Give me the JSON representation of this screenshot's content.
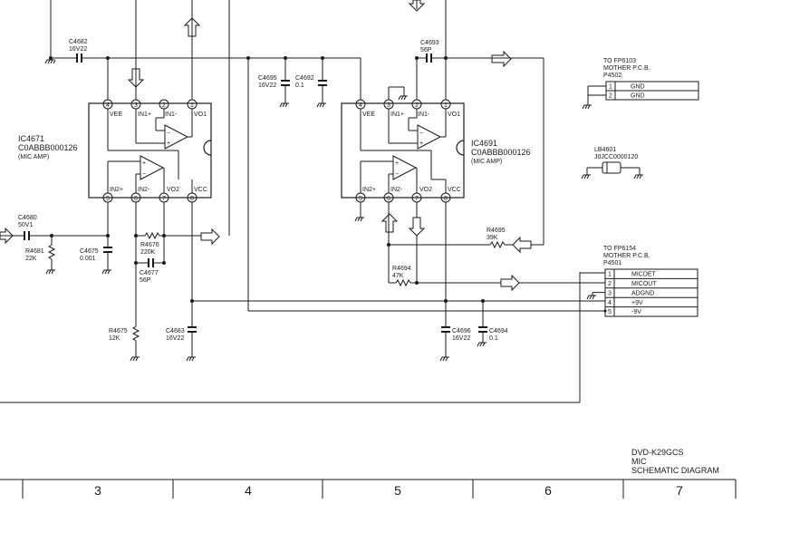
{
  "ic4671": {
    "ref": "IC4671",
    "part": "C0ABBB000126",
    "desc": "(MIC AMP)",
    "pins_top": [
      "4",
      "3",
      "2",
      "1"
    ],
    "labels_top": [
      "VEE",
      "IN1+",
      "IN1-",
      "VO1"
    ],
    "pins_bot": [
      "5",
      "6",
      "7",
      "8"
    ],
    "labels_bot": [
      "IN2+",
      "IN2-",
      "VO2",
      "VCC"
    ]
  },
  "ic4691": {
    "ref": "IC4691",
    "part": "C0ABBB000126",
    "desc": "(MIC AMP)",
    "pins_top": [
      "4",
      "3",
      "2",
      "1"
    ],
    "labels_top": [
      "VEE",
      "IN1+",
      "IN1-",
      "VO1"
    ],
    "pins_bot": [
      "5",
      "6",
      "7",
      "8"
    ],
    "labels_bot": [
      "IN2+",
      "IN2-",
      "VO2",
      "VCC"
    ]
  },
  "components": {
    "c4682": {
      "ref": "C4682",
      "val": "16V22"
    },
    "c4693": {
      "ref": "C4693",
      "val": "56P"
    },
    "c4695": {
      "ref": "C4695",
      "val": "16V22"
    },
    "c4692": {
      "ref": "C4692",
      "val": "0.1"
    },
    "c4680": {
      "ref": "C4680",
      "val": "50V1"
    },
    "r4681": {
      "ref": "R4681",
      "val": "22K"
    },
    "c4675": {
      "ref": "C4675",
      "val": "0.001"
    },
    "r4676": {
      "ref": "R4676",
      "val": "220K"
    },
    "c4677": {
      "ref": "C4677",
      "val": "56P"
    },
    "r4675": {
      "ref": "R4675",
      "val": "12K"
    },
    "c4683": {
      "ref": "C4683",
      "val": "16V22"
    },
    "r4695": {
      "ref": "R4695",
      "val": "39K"
    },
    "r4694": {
      "ref": "R4694",
      "val": "47K"
    },
    "c4696": {
      "ref": "C4696",
      "val": "16V22"
    },
    "c4694": {
      "ref": "C4694",
      "val": "0.1"
    },
    "lb4601": {
      "ref": "LB4601",
      "val": "J0JCC0000120"
    }
  },
  "conn_p4502": {
    "to": "TO FP6103",
    "board": "MOTHER P.C.B.",
    "ref": "P4502",
    "pins": [
      {
        "n": "1",
        "name": "GND"
      },
      {
        "n": "2",
        "name": "GND"
      }
    ]
  },
  "conn_p4501": {
    "to": "TO FP6154",
    "board": "MOTHER P.C.B.",
    "ref": "P4501",
    "pins": [
      {
        "n": "1",
        "name": "MICDET"
      },
      {
        "n": "2",
        "name": "MICOUT"
      },
      {
        "n": "3",
        "name": "ADGND"
      },
      {
        "n": "4",
        "name": "+9V"
      },
      {
        "n": "5",
        "name": "-9V"
      }
    ]
  },
  "title_block": {
    "model": "DVD-K29GCS",
    "section": "MIC",
    "kind": "SCHEMATIC DIAGRAM"
  },
  "zones": [
    "3",
    "4",
    "5",
    "6",
    "7"
  ]
}
